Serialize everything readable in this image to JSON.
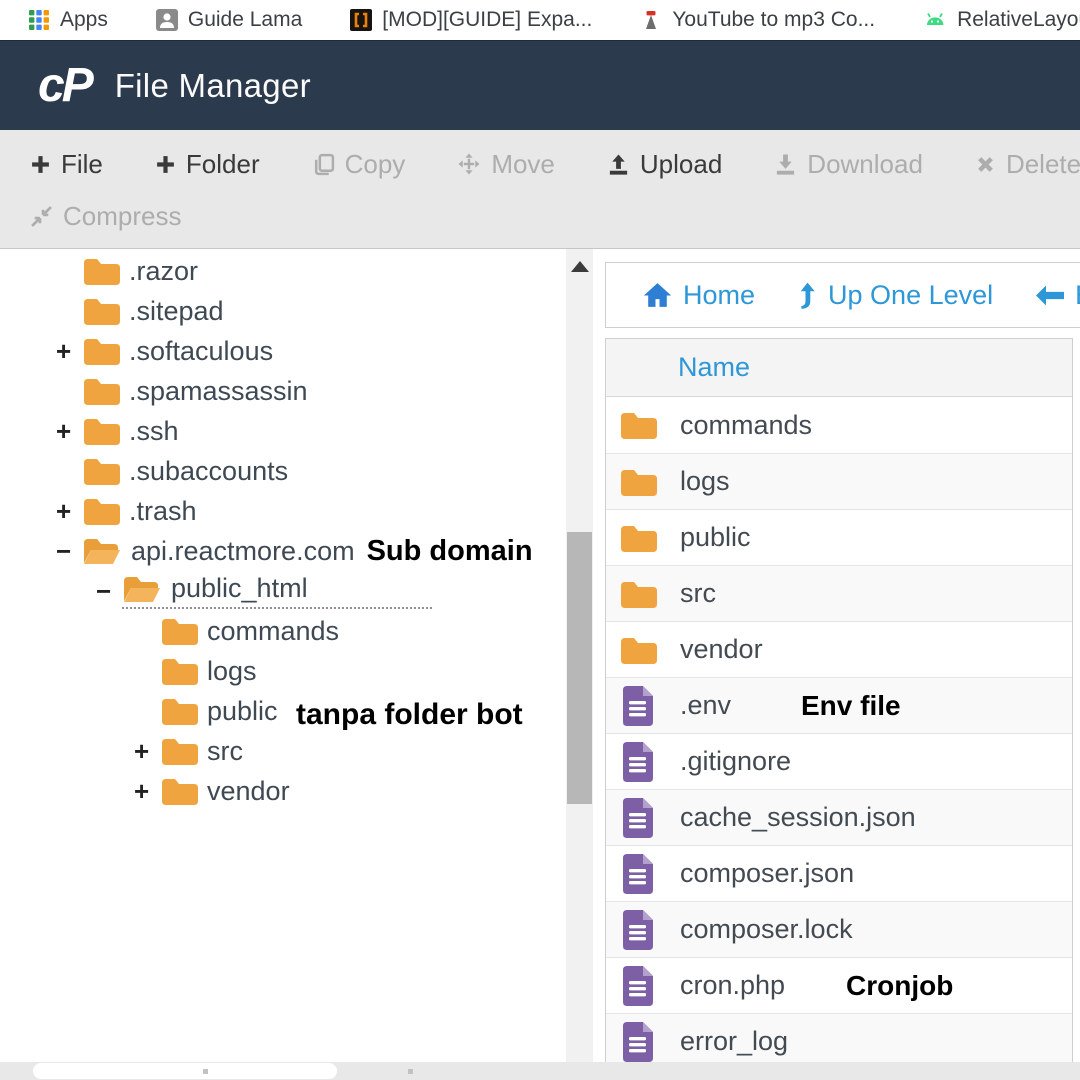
{
  "bookmarks_bar": {
    "items": [
      {
        "label": "Apps",
        "icon": "apps-grid-icon"
      },
      {
        "label": "Guide Lama",
        "icon": "person-bookmark-icon"
      },
      {
        "label": "[MOD][GUIDE] Expa...",
        "icon": "mod-guide-icon"
      },
      {
        "label": "YouTube to mp3 Co...",
        "icon": "youtube-mp3-icon"
      },
      {
        "label": "RelativeLayout.L",
        "icon": "android-icon"
      }
    ]
  },
  "header": {
    "logo": "cP",
    "title": "File Manager"
  },
  "toolbar": {
    "buttons": [
      {
        "label": "File",
        "icon": "plus-icon",
        "enabled": true
      },
      {
        "label": "Folder",
        "icon": "plus-icon",
        "enabled": true
      },
      {
        "label": "Copy",
        "icon": "copy-icon",
        "enabled": false
      },
      {
        "label": "Move",
        "icon": "move-icon",
        "enabled": false
      },
      {
        "label": "Upload",
        "icon": "upload-icon",
        "enabled": true
      },
      {
        "label": "Download",
        "icon": "download-icon",
        "enabled": false
      },
      {
        "label": "Delete",
        "icon": "delete-icon",
        "enabled": false
      },
      {
        "label": "Compress",
        "icon": "compress-icon",
        "enabled": false
      }
    ]
  },
  "tree": {
    "items": [
      {
        "label": ".razor",
        "level": 1,
        "expander": "",
        "folder": "closed"
      },
      {
        "label": ".sitepad",
        "level": 1,
        "expander": "",
        "folder": "closed"
      },
      {
        "label": ".softaculous",
        "level": 1,
        "expander": "+",
        "folder": "closed"
      },
      {
        "label": ".spamassassin",
        "level": 1,
        "expander": "",
        "folder": "closed"
      },
      {
        "label": ".ssh",
        "level": 1,
        "expander": "+",
        "folder": "closed"
      },
      {
        "label": ".subaccounts",
        "level": 1,
        "expander": "",
        "folder": "closed"
      },
      {
        "label": ".trash",
        "level": 1,
        "expander": "+",
        "folder": "closed"
      },
      {
        "label": "api.reactmore.com",
        "level": 1,
        "expander": "−",
        "folder": "open",
        "annotation": "Sub domain"
      },
      {
        "label": "public_html",
        "level": 2,
        "expander": "−",
        "folder": "open",
        "selected": true
      },
      {
        "label": "commands",
        "level": 3,
        "expander": "",
        "folder": "closed"
      },
      {
        "label": "logs",
        "level": 3,
        "expander": "",
        "folder": "closed"
      },
      {
        "label": "public",
        "level": 3,
        "expander": "",
        "folder": "closed"
      },
      {
        "label": "src",
        "level": 3,
        "expander": "+",
        "folder": "closed"
      },
      {
        "label": "vendor",
        "level": 3,
        "expander": "+",
        "folder": "closed"
      }
    ],
    "overlay_annotation": "tanpa folder bot"
  },
  "right_panel": {
    "nav": [
      {
        "label": "Home",
        "icon": "home-icon"
      },
      {
        "label": "Up One Level",
        "icon": "up-arrow-icon"
      },
      {
        "label": "Bac",
        "icon": "back-arrow-icon"
      }
    ],
    "table": {
      "name_header": "Name",
      "rows": [
        {
          "name": "commands",
          "type": "folder"
        },
        {
          "name": "logs",
          "type": "folder"
        },
        {
          "name": "public",
          "type": "folder"
        },
        {
          "name": "src",
          "type": "folder"
        },
        {
          "name": "vendor",
          "type": "folder"
        },
        {
          "name": ".env",
          "type": "file",
          "annotation": "Env file"
        },
        {
          "name": ".gitignore",
          "type": "file"
        },
        {
          "name": "cache_session.json",
          "type": "file"
        },
        {
          "name": "composer.json",
          "type": "file"
        },
        {
          "name": "composer.lock",
          "type": "file"
        },
        {
          "name": "cron.php",
          "type": "file",
          "annotation": "Cronjob"
        },
        {
          "name": "error_log",
          "type": "file"
        }
      ]
    }
  },
  "colors": {
    "header_bg": "#2b3a4d",
    "folder_orange": "#efa43f",
    "file_purple": "#7d5fa5",
    "link_blue": "#2e97d7",
    "annotation_black": "#000000"
  }
}
